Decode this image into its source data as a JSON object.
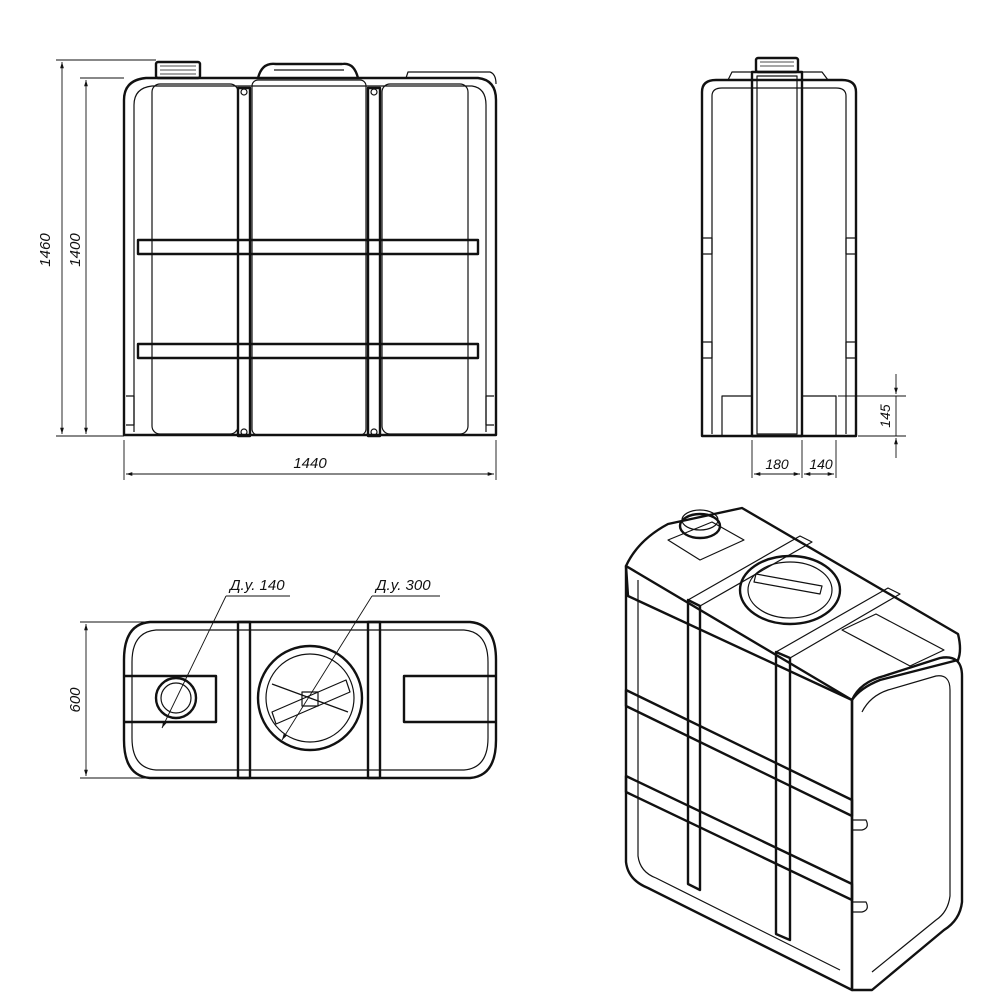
{
  "drawing": {
    "front_view": {
      "height_overall": "1460",
      "height_body": "1400",
      "width": "1440"
    },
    "side_view": {
      "offset_a": "180",
      "offset_b": "140",
      "pocket_height": "145"
    },
    "top_view": {
      "depth": "600",
      "small_neck": "Д.у. 140",
      "large_neck": "Д.у. 300"
    },
    "colors": {
      "line": "#111111",
      "background": "#ffffff"
    }
  }
}
